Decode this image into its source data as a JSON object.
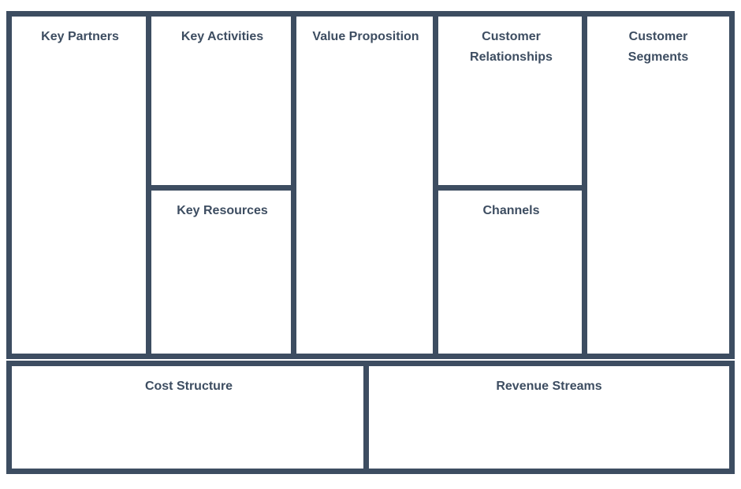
{
  "canvas": {
    "border_color": "#3d4d61",
    "text_color": "#3d4d61",
    "background_color": "#ffffff",
    "boxes": [
      {
        "label": "Key Partners"
      },
      {
        "label": "Key Activities"
      },
      {
        "label": "Value Proposition"
      },
      {
        "label": "Customer Relationships"
      },
      {
        "label": "Customer Segments"
      },
      {
        "label": "Key Resources"
      },
      {
        "label": "Channels"
      },
      {
        "label": "Cost Structure"
      },
      {
        "label": "Revenue Streams"
      }
    ]
  }
}
